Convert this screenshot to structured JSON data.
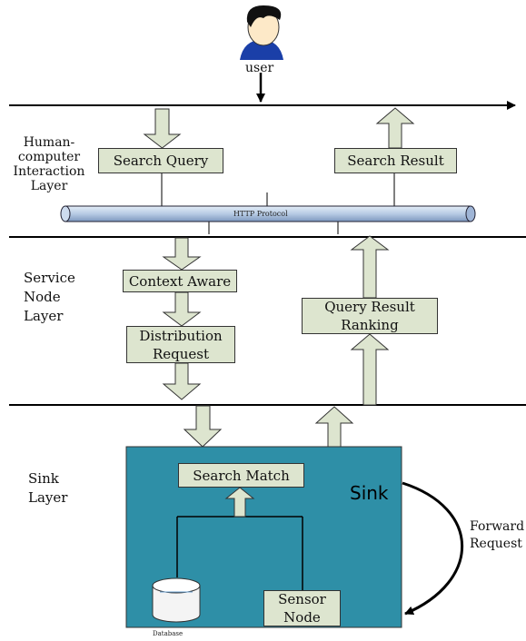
{
  "user": {
    "label": "user"
  },
  "layers": {
    "hci": [
      "Human-",
      "computer",
      "Interaction",
      "Layer"
    ],
    "service": [
      "Service",
      "Node",
      "Layer"
    ],
    "sink": [
      "Sink",
      "Layer"
    ]
  },
  "boxes": {
    "search_query": "Search Query",
    "search_result": "Search Result",
    "context_aware": "Context Aware",
    "distribution_request": [
      "Distribution",
      "Request"
    ],
    "query_result_ranking": [
      "Query Result",
      "Ranking"
    ],
    "search_match": "Search Match",
    "sensor_node": [
      "Sensor",
      "Node"
    ]
  },
  "http_protocol": "HTTP Protocol",
  "sink": {
    "label": "Sink",
    "database": "Database"
  },
  "forward_request": [
    "Forward",
    "Request"
  ],
  "colors": {
    "box_fill": "#dde5cf",
    "sink_fill": "#2e8fa7",
    "pipe_fill": "#b7cbe4"
  }
}
